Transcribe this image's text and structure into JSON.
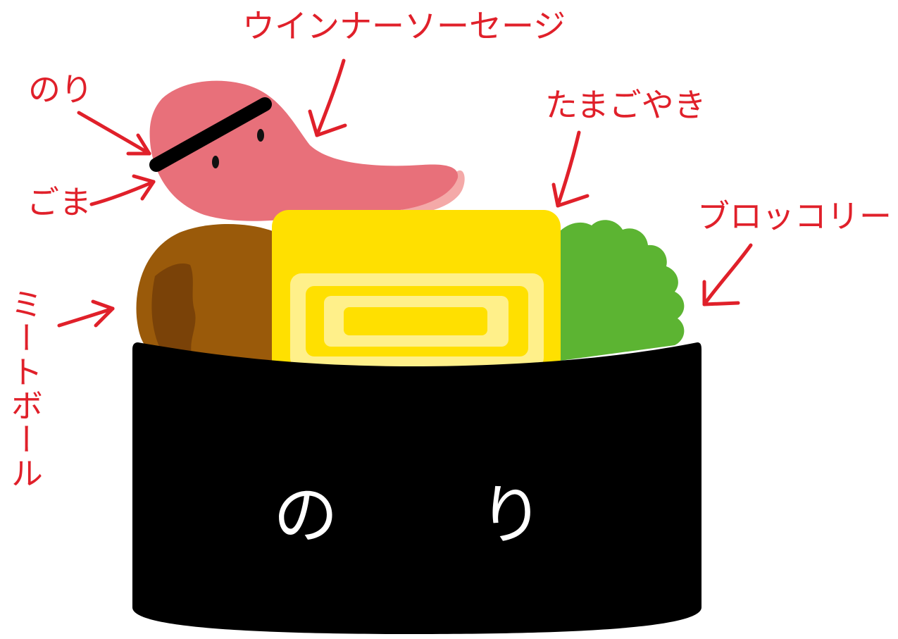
{
  "labels": {
    "sausage": "ウインナーソーセージ",
    "nori_top": "のり",
    "sesame": "ごま",
    "tamagoyaki": "たまごやき",
    "broccoli": "ブロッコリー",
    "meatball": "ミートボール"
  },
  "container": {
    "text_left": "の",
    "text_right": "り"
  },
  "colors": {
    "label": "#e0202a",
    "sausage": "#e8707a",
    "sausage_tip": "#f4a9a8",
    "egg_outer": "#ffe000",
    "egg_light": "#fff08a",
    "meatball": "#9a5a0a",
    "meatball_dark": "#7a4208",
    "broccoli": "#5cb432",
    "nori": "#000000"
  }
}
